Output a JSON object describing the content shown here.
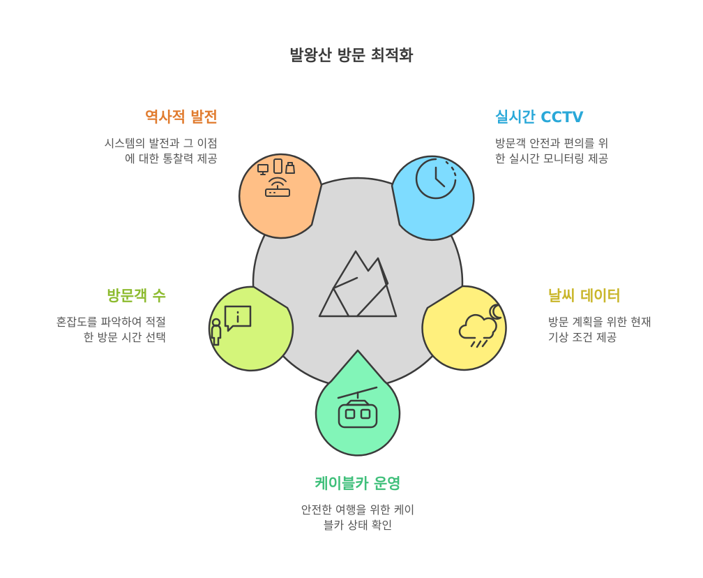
{
  "title": "발왕산 방문 최적화",
  "colors": {
    "center_fill": "#d9d9d9",
    "outline": "#3a3a3a",
    "history": "#e07b2e",
    "cctv": "#2aa8d8",
    "weather": "#c9b62a",
    "cable": "#3fbf7a",
    "visitors": "#8dbb2f"
  },
  "nodes": {
    "history": {
      "heading": "역사적 발전",
      "desc": [
        "시스템의 발전과 그 이점",
        "에 대한 통찰력 제공"
      ],
      "fill": "#ffbf86",
      "icon": "devices-router-icon"
    },
    "cctv": {
      "heading": "실시간 CCTV",
      "desc": [
        "방문객 안전과 편의를 위",
        "한 실시간 모니터링 제공"
      ],
      "fill": "#7edcff",
      "icon": "clock-icon"
    },
    "weather": {
      "heading": "날씨 데이터",
      "desc": [
        "방문 계획을 위한 현재",
        "기상 조건 제공"
      ],
      "fill": "#fff07d",
      "icon": "night-rain-cloud-icon"
    },
    "cable": {
      "heading": "케이블카 운영",
      "desc": [
        "안전한 여행을 위한 케이",
        "블카 상태 확인"
      ],
      "fill": "#82f5b8",
      "icon": "cable-car-icon"
    },
    "visitors": {
      "heading": "방문객 수",
      "desc": [
        "혼잡도를 파악하여 적절",
        "한 방문 시간 선택"
      ],
      "fill": "#d4f57a",
      "icon": "person-info-icon"
    }
  },
  "center_icon": "mountain-icon"
}
